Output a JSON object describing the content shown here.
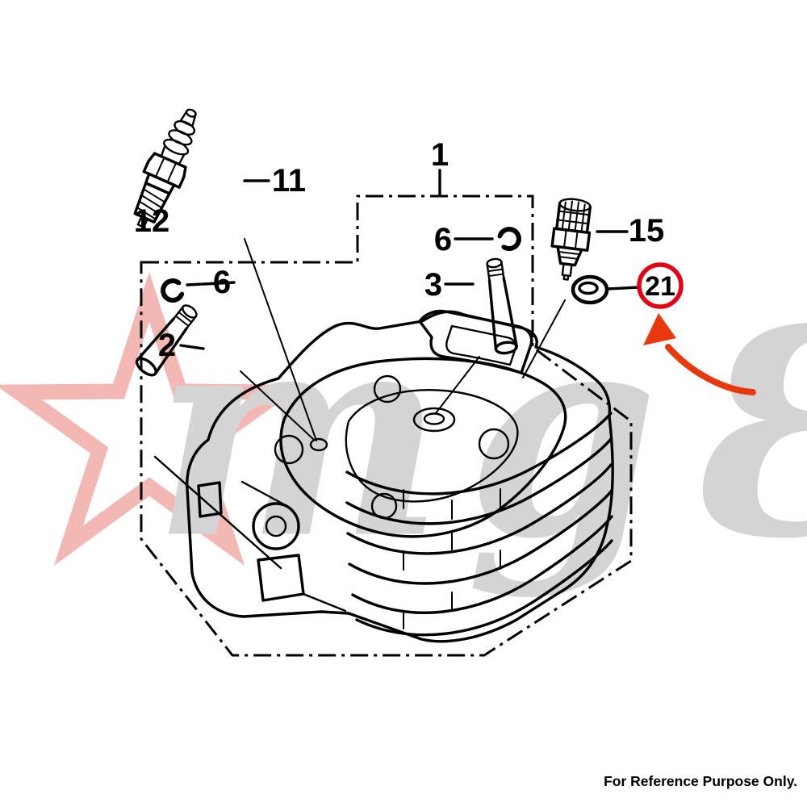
{
  "page": {
    "background": "#ffffff",
    "footer_note": "For Reference Purpose Only."
  },
  "diagram": {
    "type": "exploded-parts-diagram",
    "subject": "cylinder-head-assembly",
    "callouts": {
      "p1": {
        "label": "1"
      },
      "p2": {
        "label": "2"
      },
      "p3": {
        "label": "3"
      },
      "p6a": {
        "label": "6"
      },
      "p6b": {
        "label": "6"
      },
      "p11": {
        "label": "11"
      },
      "p12": {
        "label": "12"
      },
      "p15": {
        "label": "15"
      },
      "p21": {
        "label": "21",
        "highlighted": true
      }
    },
    "highlight": {
      "circled_part": "21",
      "circle_color": "#e60012",
      "arrow_color": "#e8380c"
    },
    "watermark": {
      "letters": "mgƐ",
      "letters_color": "#d4d4d4",
      "star_color": "#f3b8b3"
    },
    "line_color": "#000000"
  }
}
